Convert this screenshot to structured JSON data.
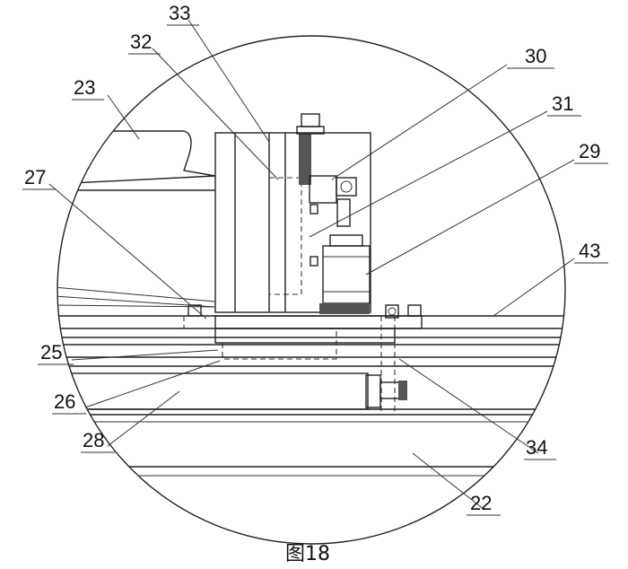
{
  "caption": "图18",
  "callouts": [
    {
      "id": "label-33",
      "text": "33"
    },
    {
      "id": "label-32",
      "text": "32"
    },
    {
      "id": "label-23",
      "text": "23"
    },
    {
      "id": "label-30",
      "text": "30"
    },
    {
      "id": "label-31",
      "text": "31"
    },
    {
      "id": "label-29",
      "text": "29"
    },
    {
      "id": "label-27",
      "text": "27"
    },
    {
      "id": "label-43",
      "text": "43"
    },
    {
      "id": "label-25",
      "text": "25"
    },
    {
      "id": "label-26",
      "text": "26"
    },
    {
      "id": "label-28",
      "text": "28"
    },
    {
      "id": "label-34",
      "text": "34"
    },
    {
      "id": "label-22",
      "text": "22"
    }
  ]
}
